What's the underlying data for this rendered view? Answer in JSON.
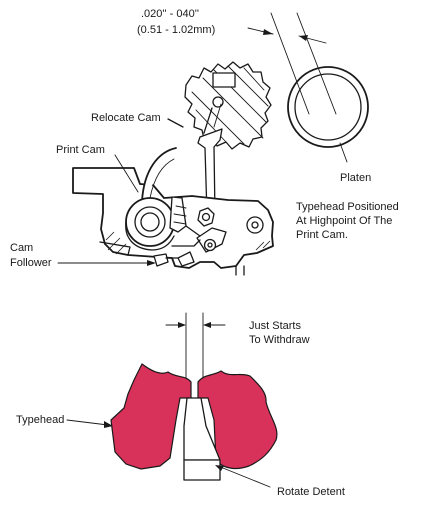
{
  "labels": {
    "gap_top": ".020'' - 040''",
    "gap_bottom": "(0.51 - 1.02mm)",
    "relocate_cam": "Relocate Cam",
    "print_cam": "Print Cam",
    "platen": "Platen",
    "typehead_positioned_1": "Typehead Positioned",
    "typehead_positioned_2": "At Highpoint Of The",
    "typehead_positioned_3": "Print Cam.",
    "cam_1": "Cam",
    "cam_2": "Follower",
    "just_starts_1": "Just Starts",
    "just_starts_2": "To Withdraw",
    "typehead": "Typehead",
    "rotate_detent": "Rotate Detent"
  },
  "colors": {
    "typehead_fill": "#d8325a",
    "line": "#1a1a1a"
  }
}
